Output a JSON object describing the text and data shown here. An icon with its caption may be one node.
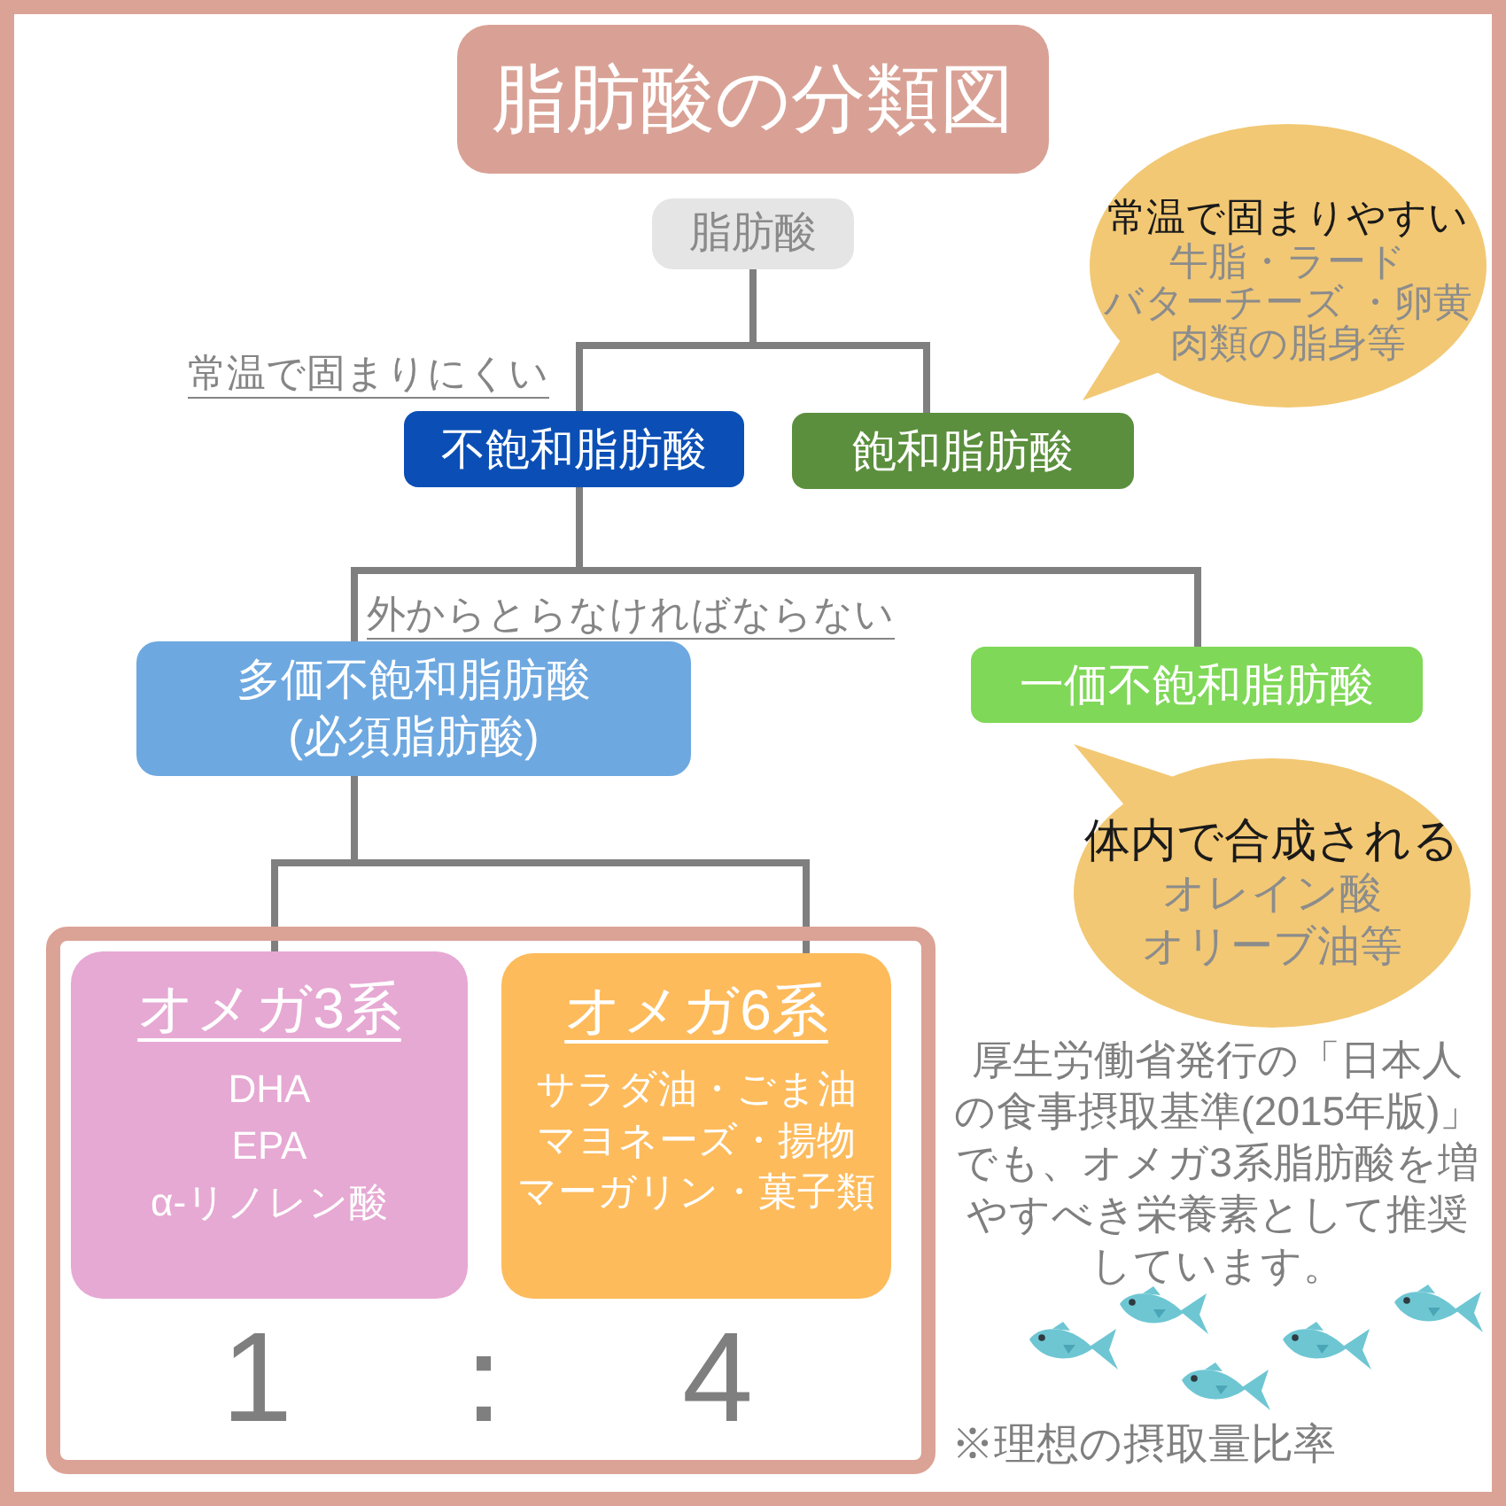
{
  "diagram": {
    "title": "脂肪酸の分類図",
    "nodes": [
      {
        "text": [
          "脂肪酸"
        ]
      },
      {
        "text": [
          "不飽和脂肪酸"
        ],
        "beside": [
          "常温で固まりにくい"
        ]
      },
      {
        "text": [
          "飽和脂肪酸"
        ]
      },
      {
        "text": [
          "常温で固まりやすい",
          "牛脂・ラード",
          "バターチーズ ・卵黄",
          "肉類の脂身等"
        ]
      },
      {
        "text": [
          "多価不飽和脂肪酸",
          "(必須脂肪酸)"
        ],
        "beside": [
          "外からとらなければならない"
        ]
      },
      {
        "text": [
          "一価不飽和脂肪酸"
        ]
      },
      {
        "text": [
          "体内で合成される",
          "オレイン酸",
          "オリーブ油等"
        ]
      },
      {
        "text": [
          "1",
          "：",
          "4"
        ]
      },
      {
        "text": [
          "オメガ3系",
          "DHA",
          "EPA",
          "α-リノレン酸"
        ],
        "in": 7
      },
      {
        "text": [
          "オメガ6系",
          "サラダ油・ごま油",
          "マヨネーズ・揚物",
          "マーガリン・菓子類"
        ],
        "in": 7
      }
    ],
    "edges": [
      {
        "from": 0,
        "to": 1,
        "arrow": "none"
      },
      {
        "from": 0,
        "to": 2,
        "arrow": "none"
      },
      {
        "from": 1,
        "to": 4,
        "arrow": "none"
      },
      {
        "from": 1,
        "to": 5,
        "arrow": "none"
      },
      {
        "from": 4,
        "to": 8,
        "arrow": "none"
      },
      {
        "from": 4,
        "to": 9,
        "arrow": "none"
      }
    ],
    "labels": [
      "厚生労働省発行の「日本人の食事摂取基準(2015年版)」でも、オメガ3系脂肪酸を増やすべき栄養素として推奨しています。",
      "※理想の摂取量比率"
    ]
  }
}
